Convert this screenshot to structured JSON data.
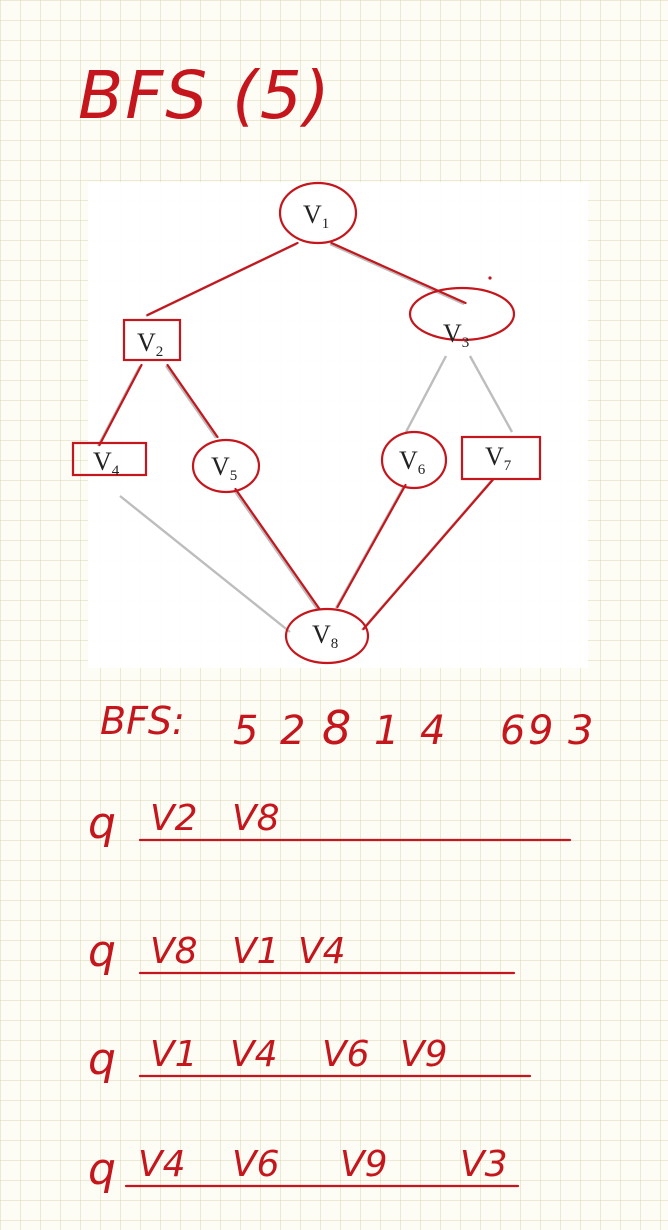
{
  "title": "BFS (5)",
  "graph": {
    "nodes": [
      {
        "id": "V1",
        "letter": "V",
        "sub": "1",
        "mark": "circle"
      },
      {
        "id": "V2",
        "letter": "V",
        "sub": "2",
        "mark": "box"
      },
      {
        "id": "V3",
        "letter": "V",
        "sub": "3",
        "mark": "circle"
      },
      {
        "id": "V4",
        "letter": "V",
        "sub": "4",
        "mark": "box"
      },
      {
        "id": "V5",
        "letter": "V",
        "sub": "5",
        "mark": "circle"
      },
      {
        "id": "V6",
        "letter": "V",
        "sub": "6",
        "mark": "circle"
      },
      {
        "id": "V7",
        "letter": "V",
        "sub": "7",
        "mark": "box"
      },
      {
        "id": "V8",
        "letter": "V",
        "sub": "8",
        "mark": "circle"
      }
    ],
    "edges": [
      {
        "from": "V1",
        "to": "V2",
        "traversed": true
      },
      {
        "from": "V1",
        "to": "V3",
        "traversed": true
      },
      {
        "from": "V2",
        "to": "V4",
        "traversed": true
      },
      {
        "from": "V2",
        "to": "V5",
        "traversed": true
      },
      {
        "from": "V3",
        "to": "V6",
        "traversed": false
      },
      {
        "from": "V3",
        "to": "V7",
        "traversed": false
      },
      {
        "from": "V4",
        "to": "V8",
        "traversed": false
      },
      {
        "from": "V5",
        "to": "V8",
        "traversed": true
      },
      {
        "from": "V6",
        "to": "V8",
        "traversed": true
      },
      {
        "from": "V7",
        "to": "V8",
        "traversed": true
      }
    ]
  },
  "bfs_order": {
    "label": "BFS:",
    "sequence": [
      "5",
      "2",
      "8",
      "1",
      "4",
      "6",
      "9",
      "3"
    ]
  },
  "queue_label": "q",
  "queue_states": [
    [
      "V2",
      "V8"
    ],
    [
      "V8",
      "V1",
      "V4"
    ],
    [
      "V1",
      "V4",
      "V6",
      "V9"
    ],
    [
      "V4",
      "V6",
      "V9",
      "V3"
    ]
  ],
  "colors": {
    "ink": "#c4161c",
    "edge": "#bdbdbd",
    "node_text": "#222222",
    "paper": "#fdfcf5"
  }
}
